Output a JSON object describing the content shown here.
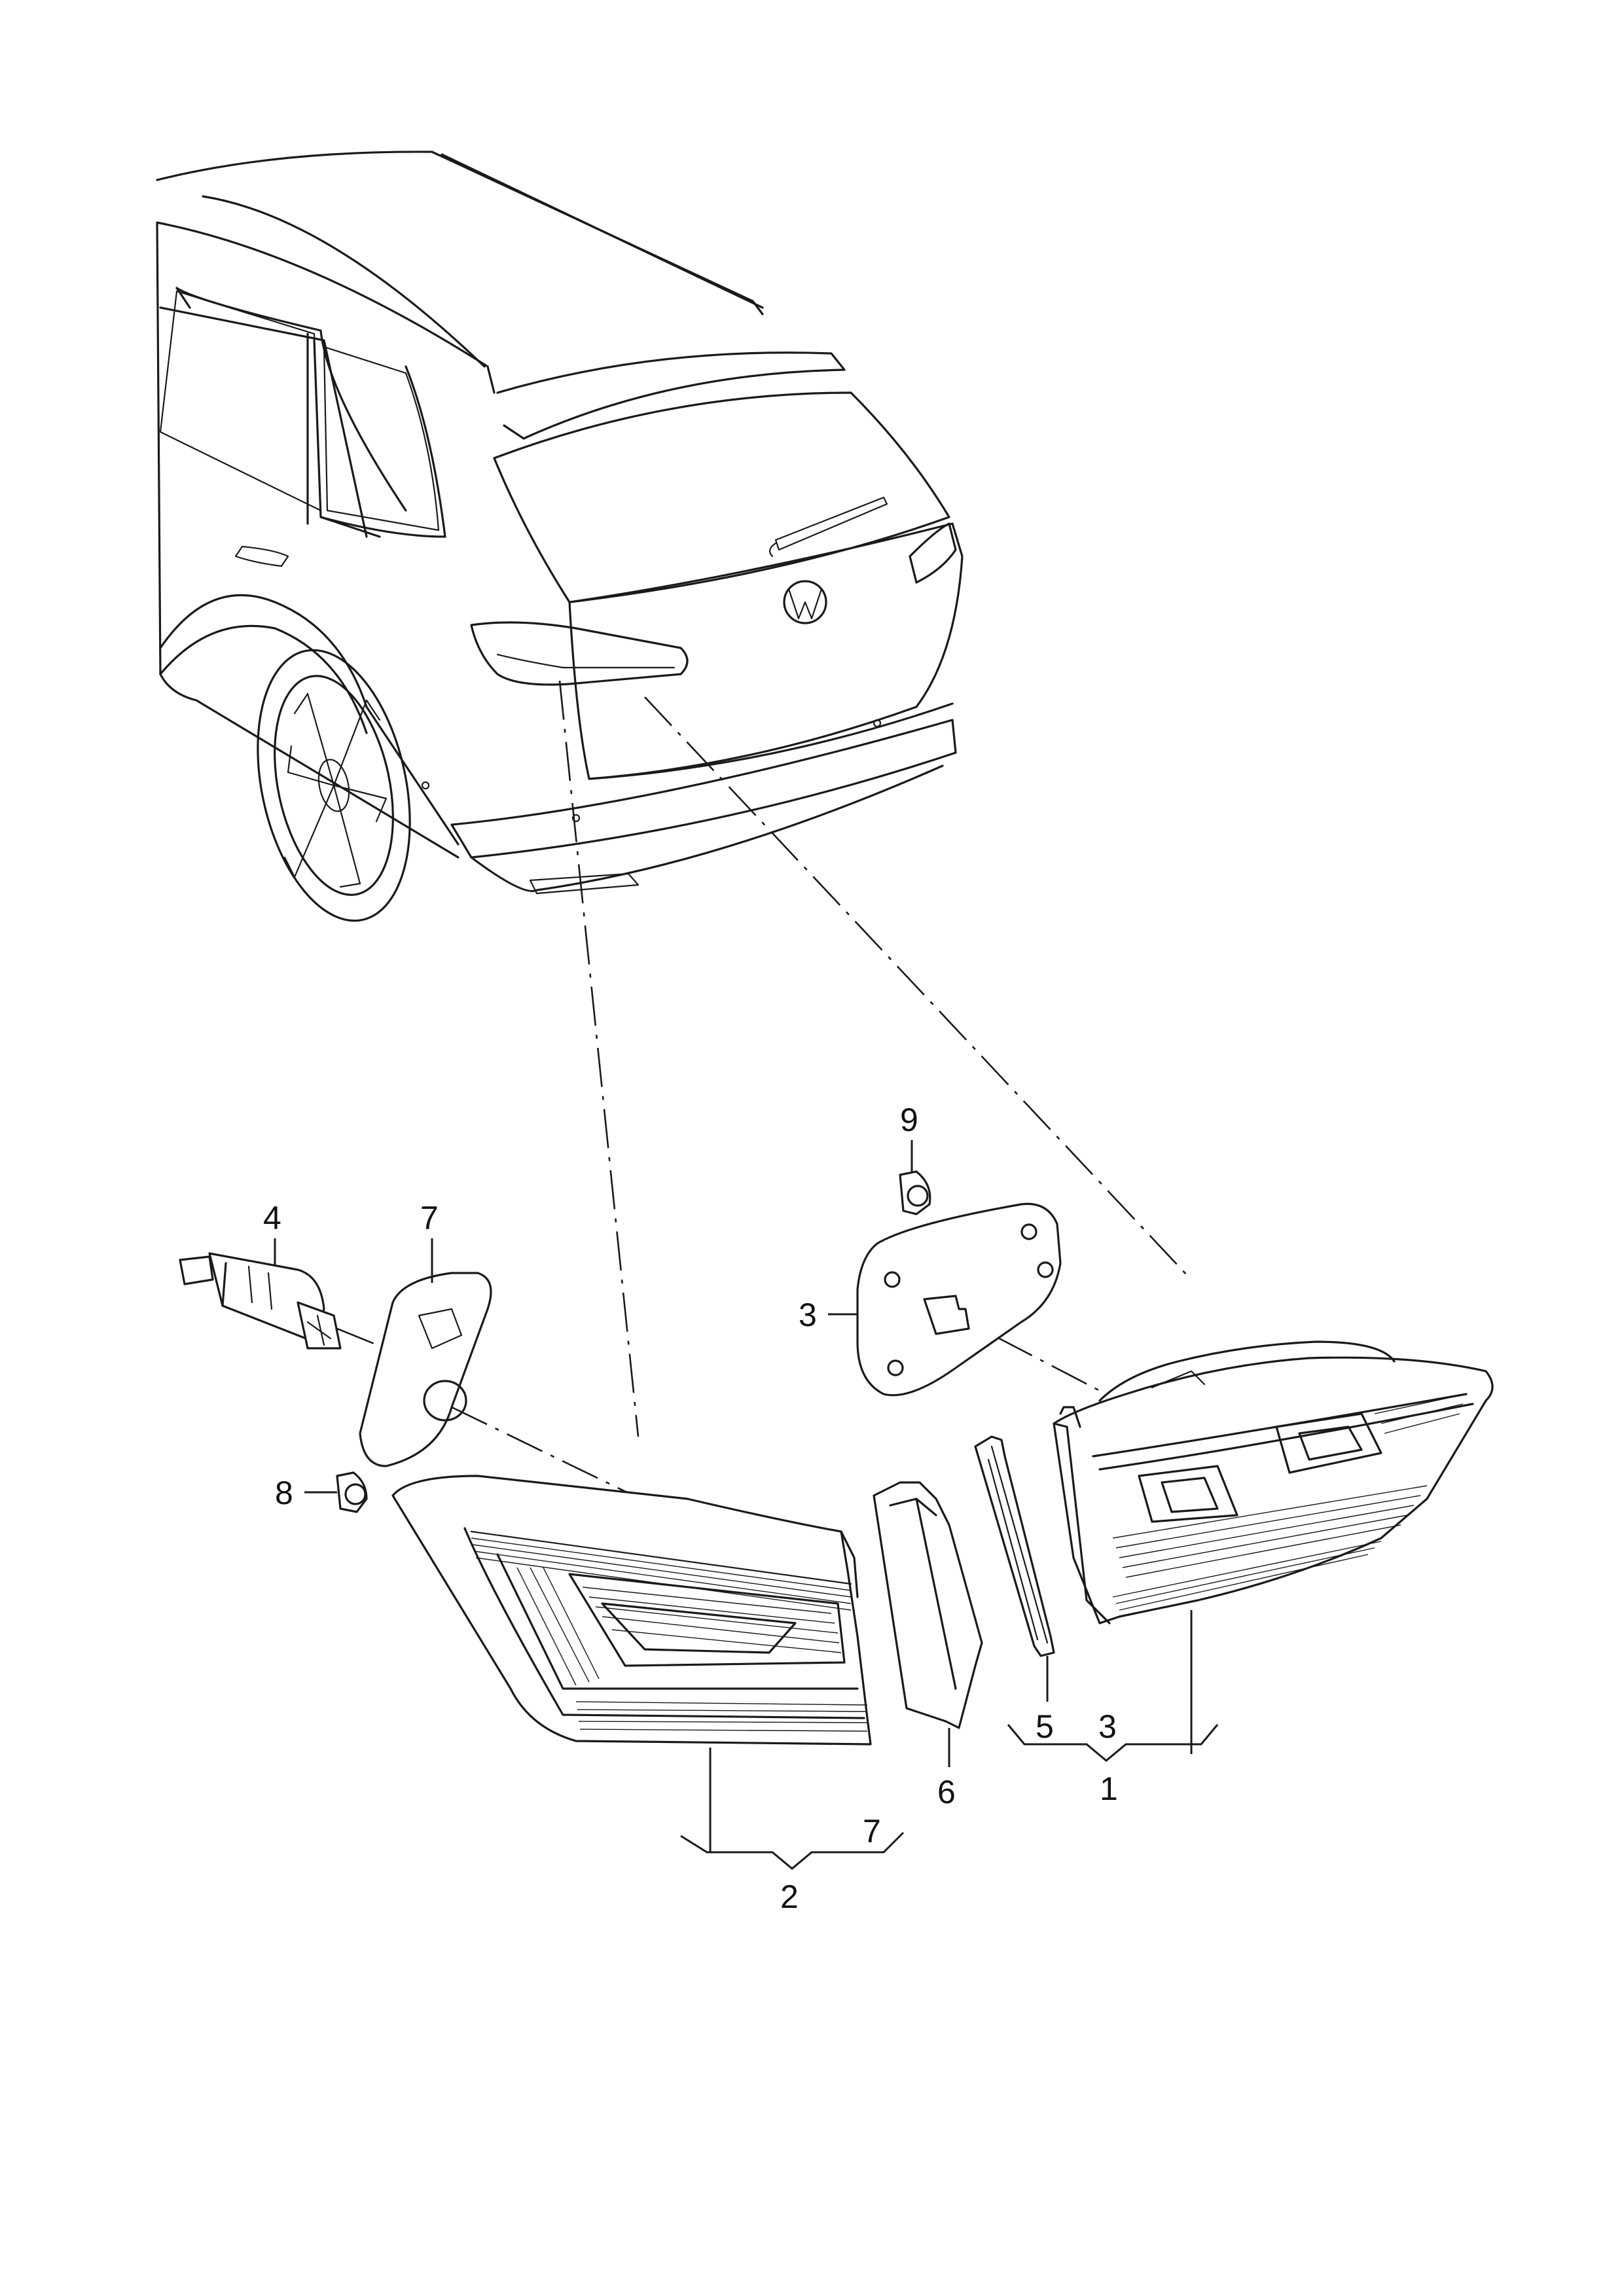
{
  "callouts": {
    "c1": "1",
    "c2": "2",
    "c3_left": "3",
    "c3_group": "3",
    "c4": "4",
    "c5": "5",
    "c6": "6",
    "c7_top": "7",
    "c7_group": "7",
    "c8": "8",
    "c9": "9"
  },
  "icons": {
    "brand": "vw-logo-icon"
  }
}
